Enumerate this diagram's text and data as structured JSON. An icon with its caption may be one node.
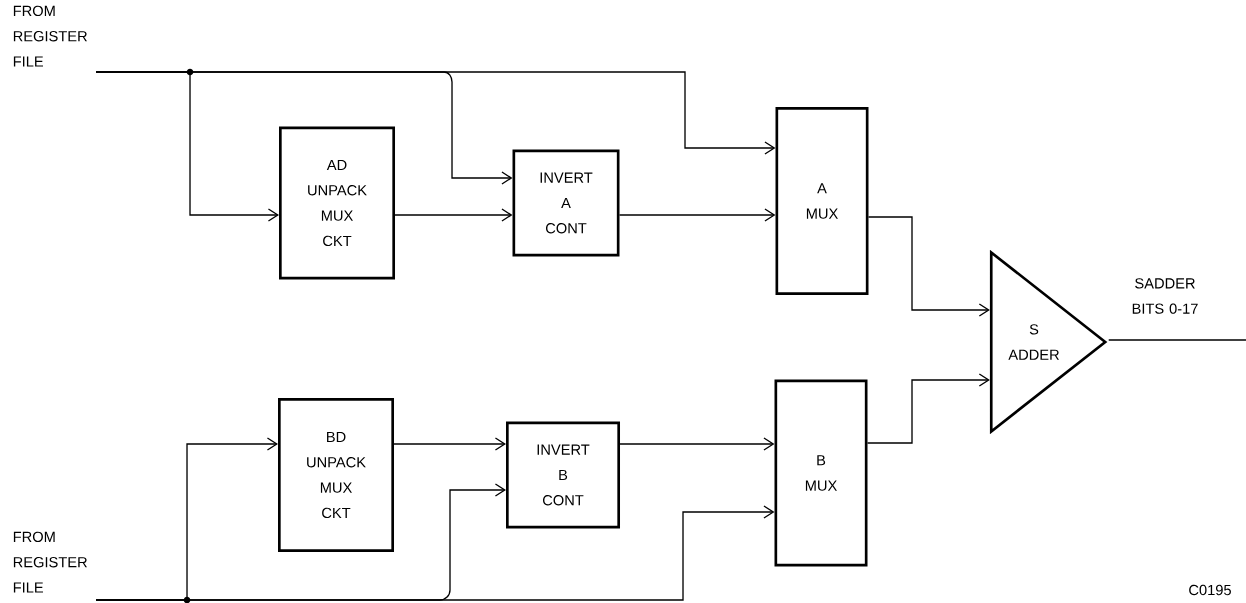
{
  "diagram": {
    "nodes": [
      {
        "text": [
          "FROM REGISTER FILE"
        ]
      },
      {
        "text": [
          "AD UNPACK MUX CKT"
        ]
      },
      {
        "text": [
          "INVERT A CONT"
        ]
      },
      {
        "text": [
          "A MUX"
        ]
      },
      {
        "text": [
          "S ADDER"
        ]
      },
      {
        "text": [
          "BD UNPACK MUX CKT"
        ]
      },
      {
        "text": [
          "INVERT B CONT"
        ]
      },
      {
        "text": [
          "B MUX"
        ]
      },
      {
        "text": [
          "FROM REGISTER FILE"
        ]
      }
    ],
    "edges": [
      {
        "from": 0,
        "to": 1,
        "arrow": "to"
      },
      {
        "from": 0,
        "to": 2,
        "arrow": "to"
      },
      {
        "from": 0,
        "to": 3,
        "arrow": "to"
      },
      {
        "from": 1,
        "to": 2,
        "arrow": "to"
      },
      {
        "from": 2,
        "to": 3,
        "arrow": "to"
      },
      {
        "from": 3,
        "to": 4,
        "arrow": "to"
      },
      {
        "from": 8,
        "to": 5,
        "arrow": "to"
      },
      {
        "from": 8,
        "to": 6,
        "arrow": "to"
      },
      {
        "from": 8,
        "to": 7,
        "arrow": "to"
      },
      {
        "from": 5,
        "to": 6,
        "arrow": "to"
      },
      {
        "from": 6,
        "to": 7,
        "arrow": "to"
      },
      {
        "from": 7,
        "to": 4,
        "arrow": "to"
      },
      {
        "from": 4,
        "to": null,
        "arrow": "none",
        "label": "SADDER BITS 0-17"
      }
    ],
    "labels": [
      "C0195"
    ]
  }
}
